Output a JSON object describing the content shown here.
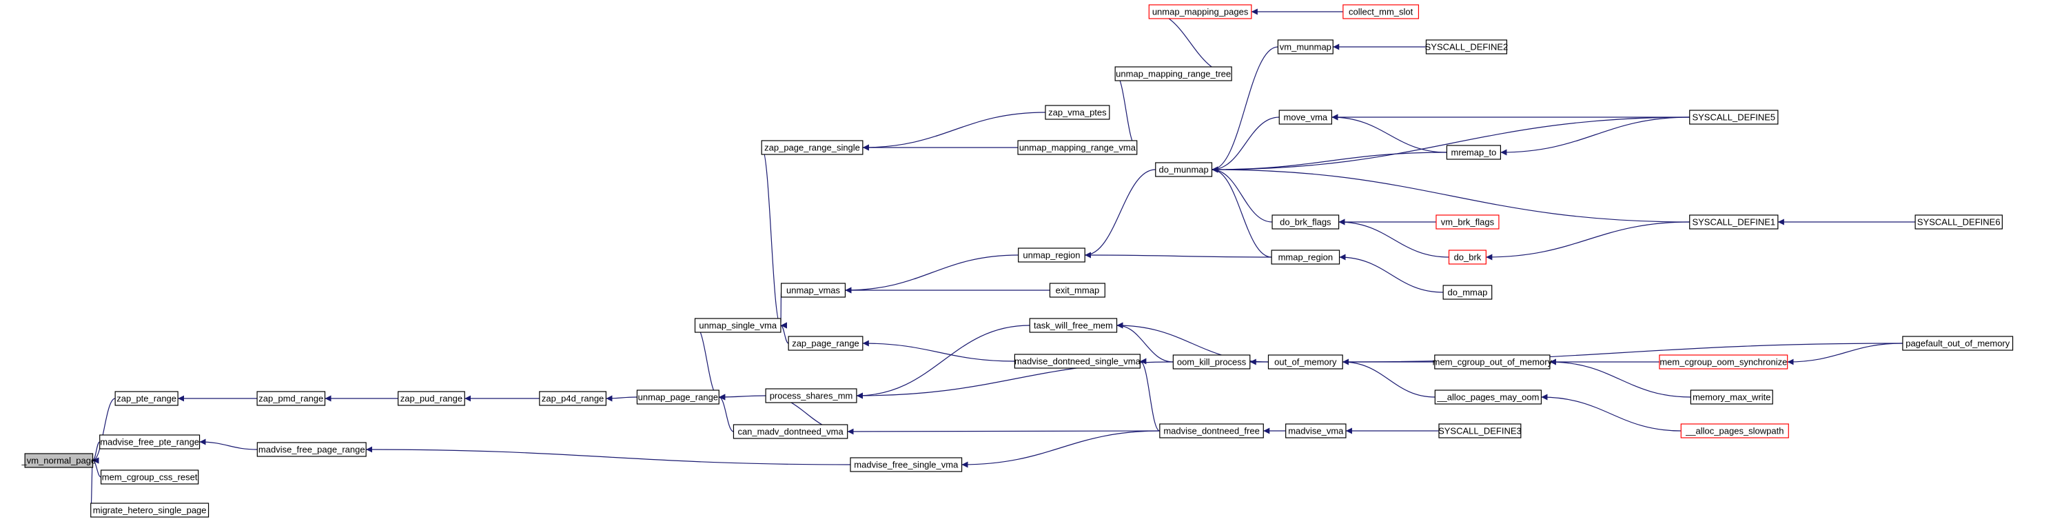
{
  "colors": {
    "edge": "#191970",
    "node_border": "#000000",
    "node_border_truncated": "#ff0000",
    "node_fill": "#ffffff",
    "root_fill": "#bfbfbf",
    "text": "#000000"
  },
  "nodes": [
    {
      "id": "vm_normal_page",
      "label": "_vm_normal_page",
      "root": true
    },
    {
      "id": "zap_pte_range",
      "label": "zap_pte_range"
    },
    {
      "id": "madvise_free_pte_range",
      "label": "madvise_free_pte_range"
    },
    {
      "id": "mem_cgroup_css_reset",
      "label": "mem_cgroup_css_reset"
    },
    {
      "id": "migrate_hetero_single_page",
      "label": "migrate_hetero_single_page"
    },
    {
      "id": "zap_pmd_range",
      "label": "zap_pmd_range"
    },
    {
      "id": "madvise_free_page_range",
      "label": "madvise_free_page_range"
    },
    {
      "id": "zap_pud_range",
      "label": "zap_pud_range"
    },
    {
      "id": "zap_p4d_range",
      "label": "zap_p4d_range"
    },
    {
      "id": "madvise_free_single_vma",
      "label": "madvise_free_single_vma"
    },
    {
      "id": "unmap_page_range",
      "label": "unmap_page_range"
    },
    {
      "id": "unmap_single_vma",
      "label": "unmap_single_vma"
    },
    {
      "id": "zap_page_range_single",
      "label": "zap_page_range_single"
    },
    {
      "id": "unmap_vmas",
      "label": "unmap_vmas"
    },
    {
      "id": "zap_page_range",
      "label": "zap_page_range"
    },
    {
      "id": "process_shares_mm",
      "label": "process_shares_mm"
    },
    {
      "id": "can_madv_dontneed_vma",
      "label": "can_madv_dontneed_vma"
    },
    {
      "id": "zap_vma_ptes",
      "label": "zap_vma_ptes"
    },
    {
      "id": "unmap_mapping_range_vma",
      "label": "unmap_mapping_range_vma"
    },
    {
      "id": "unmap_region",
      "label": "unmap_region"
    },
    {
      "id": "exit_mmap",
      "label": "exit_mmap"
    },
    {
      "id": "task_will_free_mem",
      "label": "task_will_free_mem"
    },
    {
      "id": "madvise_dontneed_single_vma",
      "label": "madvise_dontneed_single_vma"
    },
    {
      "id": "unmap_mapping_range_tree",
      "label": "unmap_mapping_range_tree"
    },
    {
      "id": "unmap_mapping_pages",
      "label": "unmap_mapping_pages",
      "truncated": true
    },
    {
      "id": "do_munmap",
      "label": "do_munmap"
    },
    {
      "id": "oom_kill_process",
      "label": "oom_kill_process"
    },
    {
      "id": "madvise_dontneed_free",
      "label": "madvise_dontneed_free"
    },
    {
      "id": "vm_munmap",
      "label": "vm_munmap"
    },
    {
      "id": "move_vma",
      "label": "move_vma"
    },
    {
      "id": "do_brk_flags",
      "label": "do_brk_flags"
    },
    {
      "id": "mmap_region",
      "label": "mmap_region"
    },
    {
      "id": "out_of_memory",
      "label": "out_of_memory"
    },
    {
      "id": "madvise_vma",
      "label": "madvise_vma"
    },
    {
      "id": "collect_mm_slot",
      "label": "collect_mm_slot",
      "truncated": true
    },
    {
      "id": "SYSCALL_DEFINE2",
      "label": "SYSCALL_DEFINE2"
    },
    {
      "id": "mremap_to",
      "label": "mremap_to"
    },
    {
      "id": "vm_brk_flags",
      "label": "vm_brk_flags",
      "truncated": true
    },
    {
      "id": "do_brk",
      "label": "do_brk",
      "truncated": true
    },
    {
      "id": "do_mmap",
      "label": "do_mmap"
    },
    {
      "id": "mem_cgroup_out_of_memory",
      "label": "mem_cgroup_out_of_memory"
    },
    {
      "id": "alloc_pages_may_oom",
      "label": "__alloc_pages_may_oom"
    },
    {
      "id": "SYSCALL_DEFINE3",
      "label": "SYSCALL_DEFINE3"
    },
    {
      "id": "SYSCALL_DEFINE5",
      "label": "SYSCALL_DEFINE5"
    },
    {
      "id": "SYSCALL_DEFINE1",
      "label": "SYSCALL_DEFINE1"
    },
    {
      "id": "mem_cgroup_oom_synchronize",
      "label": "mem_cgroup_oom_synchronize",
      "truncated": true
    },
    {
      "id": "memory_max_write",
      "label": "memory_max_write"
    },
    {
      "id": "alloc_pages_slowpath",
      "label": "__alloc_pages_slowpath",
      "truncated": true
    },
    {
      "id": "pagefault_out_of_memory",
      "label": "pagefault_out_of_memory"
    },
    {
      "id": "SYSCALL_DEFINE6",
      "label": "SYSCALL_DEFINE6"
    }
  ],
  "edges": [
    {
      "from": "zap_pte_range",
      "to": "vm_normal_page"
    },
    {
      "from": "madvise_free_pte_range",
      "to": "vm_normal_page"
    },
    {
      "from": "mem_cgroup_css_reset",
      "to": "vm_normal_page"
    },
    {
      "from": "migrate_hetero_single_page",
      "to": "vm_normal_page"
    },
    {
      "from": "zap_pmd_range",
      "to": "zap_pte_range"
    },
    {
      "from": "madvise_free_page_range",
      "to": "madvise_free_pte_range"
    },
    {
      "from": "zap_pud_range",
      "to": "zap_pmd_range"
    },
    {
      "from": "madvise_free_single_vma",
      "to": "madvise_free_page_range"
    },
    {
      "from": "zap_p4d_range",
      "to": "zap_pud_range"
    },
    {
      "from": "unmap_page_range",
      "to": "zap_p4d_range"
    },
    {
      "from": "madvise_dontneed_free",
      "to": "madvise_free_single_vma"
    },
    {
      "from": "unmap_single_vma",
      "to": "unmap_page_range"
    },
    {
      "from": "process_shares_mm",
      "to": "unmap_page_range"
    },
    {
      "from": "can_madv_dontneed_vma",
      "to": "unmap_page_range"
    },
    {
      "from": "zap_page_range_single",
      "to": "unmap_single_vma"
    },
    {
      "from": "unmap_vmas",
      "to": "unmap_single_vma"
    },
    {
      "from": "zap_page_range",
      "to": "unmap_single_vma"
    },
    {
      "from": "zap_vma_ptes",
      "to": "zap_page_range_single"
    },
    {
      "from": "unmap_mapping_range_vma",
      "to": "zap_page_range_single"
    },
    {
      "from": "unmap_mapping_range_tree",
      "to": "unmap_mapping_range_vma"
    },
    {
      "from": "unmap_mapping_pages",
      "to": "unmap_mapping_range_tree"
    },
    {
      "from": "collect_mm_slot",
      "to": "unmap_mapping_pages"
    },
    {
      "from": "unmap_region",
      "to": "unmap_vmas"
    },
    {
      "from": "exit_mmap",
      "to": "unmap_vmas"
    },
    {
      "from": "do_munmap",
      "to": "unmap_region"
    },
    {
      "from": "mmap_region",
      "to": "unmap_region"
    },
    {
      "from": "vm_munmap",
      "to": "do_munmap"
    },
    {
      "from": "SYSCALL_DEFINE5",
      "to": "do_munmap"
    },
    {
      "from": "move_vma",
      "to": "do_munmap"
    },
    {
      "from": "mremap_to",
      "to": "do_munmap"
    },
    {
      "from": "SYSCALL_DEFINE1",
      "to": "do_munmap"
    },
    {
      "from": "do_brk_flags",
      "to": "do_munmap"
    },
    {
      "from": "mmap_region",
      "to": "do_munmap"
    },
    {
      "from": "SYSCALL_DEFINE2",
      "to": "vm_munmap"
    },
    {
      "from": "SYSCALL_DEFINE5",
      "to": "move_vma"
    },
    {
      "from": "mremap_to",
      "to": "move_vma"
    },
    {
      "from": "SYSCALL_DEFINE5",
      "to": "mremap_to"
    },
    {
      "from": "vm_brk_flags",
      "to": "do_brk_flags"
    },
    {
      "from": "do_brk",
      "to": "do_brk_flags"
    },
    {
      "from": "SYSCALL_DEFINE1",
      "to": "do_brk"
    },
    {
      "from": "SYSCALL_DEFINE6",
      "to": "SYSCALL_DEFINE1"
    },
    {
      "from": "do_mmap",
      "to": "mmap_region"
    },
    {
      "from": "madvise_dontneed_single_vma",
      "to": "zap_page_range"
    },
    {
      "from": "task_will_free_mem",
      "to": "process_shares_mm"
    },
    {
      "from": "oom_kill_process",
      "to": "process_shares_mm"
    },
    {
      "from": "madvise_dontneed_free",
      "to": "madvise_dontneed_single_vma"
    },
    {
      "from": "oom_kill_process",
      "to": "task_will_free_mem"
    },
    {
      "from": "out_of_memory",
      "to": "task_will_free_mem"
    },
    {
      "from": "out_of_memory",
      "to": "oom_kill_process"
    },
    {
      "from": "pagefault_out_of_memory",
      "to": "out_of_memory"
    },
    {
      "from": "mem_cgroup_out_of_memory",
      "to": "out_of_memory"
    },
    {
      "from": "alloc_pages_may_oom",
      "to": "out_of_memory"
    },
    {
      "from": "mem_cgroup_oom_synchronize",
      "to": "mem_cgroup_out_of_memory"
    },
    {
      "from": "memory_max_write",
      "to": "mem_cgroup_out_of_memory"
    },
    {
      "from": "pagefault_out_of_memory",
      "to": "mem_cgroup_oom_synchronize"
    },
    {
      "from": "alloc_pages_slowpath",
      "to": "alloc_pages_may_oom"
    },
    {
      "from": "madvise_dontneed_free",
      "to": "can_madv_dontneed_vma"
    },
    {
      "from": "can_madv_dontneed_vma",
      "to": "process_shares_mm"
    },
    {
      "from": "madvise_vma",
      "to": "madvise_dontneed_free"
    },
    {
      "from": "SYSCALL_DEFINE3",
      "to": "madvise_vma"
    }
  ]
}
